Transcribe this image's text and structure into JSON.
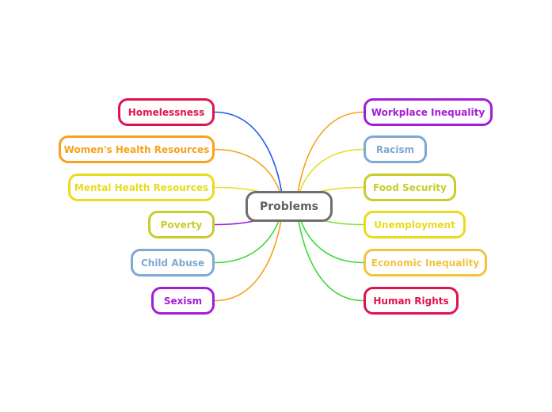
{
  "center": {
    "label": "Problems",
    "color": "#6e6e6e"
  },
  "left": [
    {
      "label": "Homelessness",
      "color": "#e0134f",
      "edge_color": "#1c5cf0"
    },
    {
      "label": "Women's Health Resources",
      "color": "#f7a21b",
      "edge_color": "#f7a21b"
    },
    {
      "label": "Mental Health Resources",
      "color": "#e8dc1e",
      "edge_color": "#e8dc1e"
    },
    {
      "label": "Poverty",
      "color": "#c8cc2c",
      "edge_color": "#9a1fd6"
    },
    {
      "label": "Child Abuse",
      "color": "#7fa9d4",
      "edge_color": "#3bd93b"
    },
    {
      "label": "Sexism",
      "color": "#a21ed6",
      "edge_color": "#f7a21b"
    }
  ],
  "right": [
    {
      "label": "Workplace Inequality",
      "color": "#a21ed6",
      "edge_color": "#f7a21b"
    },
    {
      "label": "Racism",
      "color": "#7fa9d4",
      "edge_color": "#e8dc1e"
    },
    {
      "label": "Food Security",
      "color": "#c8cc2c",
      "edge_color": "#e8dc1e"
    },
    {
      "label": "Unemployment",
      "color": "#e8dc1e",
      "edge_color": "#84e23a"
    },
    {
      "label": "Economic Inequality",
      "color": "#f0c43c",
      "edge_color": "#3bd93b"
    },
    {
      "label": "Human Rights",
      "color": "#e0134f",
      "edge_color": "#3bd93b"
    }
  ]
}
